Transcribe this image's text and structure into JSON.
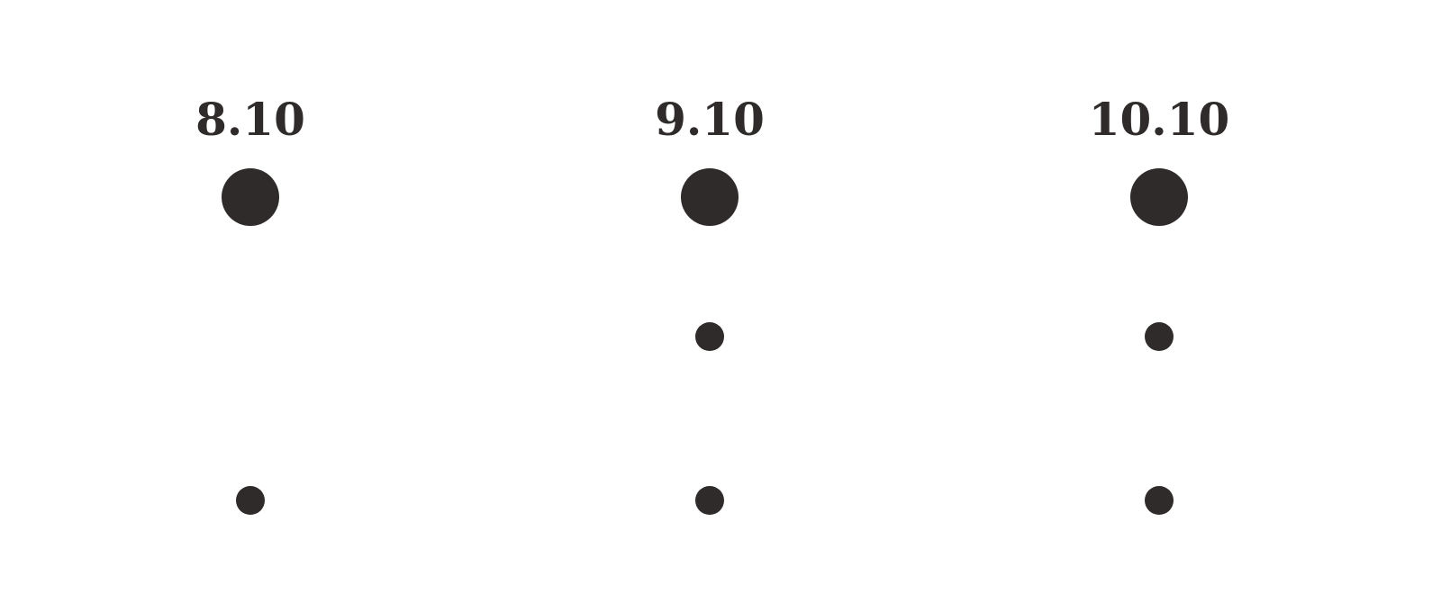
{
  "columns": [
    {
      "label": "8.10",
      "dots": [
        "large",
        "none",
        "small"
      ]
    },
    {
      "label": "9.10",
      "dots": [
        "large",
        "small",
        "small"
      ]
    },
    {
      "label": "10.10",
      "dots": [
        "large",
        "small",
        "small"
      ]
    }
  ],
  "colors": {
    "ink": "#2f2b2a",
    "background": "#ffffff"
  }
}
